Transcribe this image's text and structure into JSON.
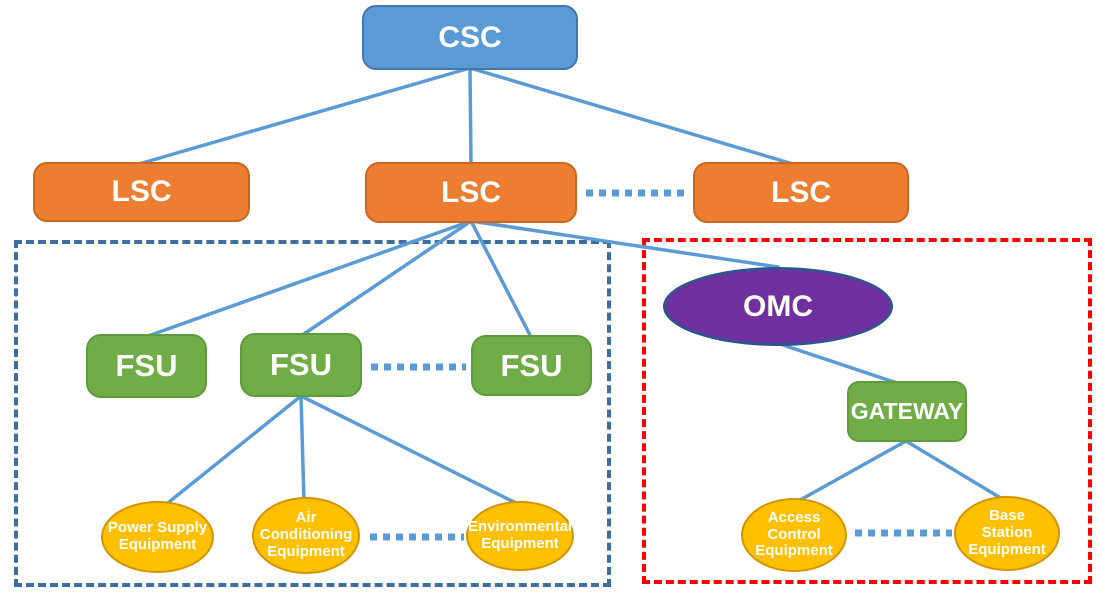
{
  "diagram": {
    "nodes": {
      "csc": {
        "label": "CSC"
      },
      "lsc_left": {
        "label": "LSC"
      },
      "lsc_middle": {
        "label": "LSC"
      },
      "lsc_right": {
        "label": "LSC"
      },
      "fsu_left": {
        "label": "FSU"
      },
      "fsu_middle": {
        "label": "FSU"
      },
      "fsu_right": {
        "label": "FSU"
      },
      "omc": {
        "label": "OMC"
      },
      "gateway": {
        "label": "GATEWAY"
      },
      "power_supply": {
        "label": "Power Supply\nEquipment"
      },
      "air_conditioning": {
        "label": "Air\nConditioning\nEquipment"
      },
      "environmental": {
        "label": "Environmental\nEquipment"
      },
      "access_control": {
        "label": "Access\nControl\nEquipment"
      },
      "base_station": {
        "label": "Base\nStation\nEquipment"
      }
    },
    "colors": {
      "csc_fill": "#5B9BD5",
      "lsc_fill": "#ED7D31",
      "fsu_fill": "#70AD47",
      "gateway_fill": "#70AD47",
      "omc_fill": "#7030A0",
      "equipment_fill": "#FFC000",
      "connector_blue": "#5B9BD5",
      "left_group_dash": "#3C6E9F",
      "right_group_dash": "#FF0000"
    }
  }
}
